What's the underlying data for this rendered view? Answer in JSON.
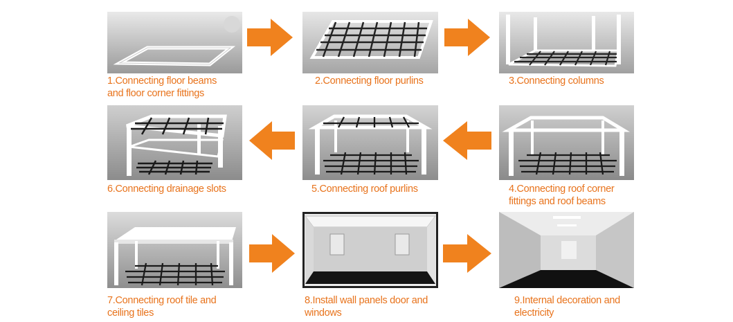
{
  "accent_color": "#f0821e",
  "caption_color": "#e8731c",
  "steps": [
    {
      "line1": "1.Connecting floor beams",
      "line2": "and floor corner fittings",
      "illustration": "floor-frame"
    },
    {
      "line1": "2.Connecting floor purlins",
      "line2": "",
      "illustration": "floor-purlins"
    },
    {
      "line1": "3.Connecting columns",
      "line2": "",
      "illustration": "columns"
    },
    {
      "line1": "4.Connecting roof corner",
      "line2": "fittings and roof beams",
      "illustration": "roof-frame"
    },
    {
      "line1": "5.Connecting roof purlins",
      "line2": "",
      "illustration": "roof-purlins"
    },
    {
      "line1": "6.Connecting drainage slots",
      "line2": "",
      "illustration": "drainage-slots"
    },
    {
      "line1": "7.Connecting roof tile and",
      "line2": "ceiling tiles",
      "illustration": "roof-tiles"
    },
    {
      "line1": "8.Install wall panels door and",
      "line2": "windows",
      "illustration": "wall-panels"
    },
    {
      "line1": "9.Internal decoration and",
      "line2": "electricity",
      "illustration": "interior"
    }
  ],
  "arrows": [
    {
      "direction": "right",
      "icon": "arrow-right-icon"
    },
    {
      "direction": "right",
      "icon": "arrow-right-icon"
    },
    {
      "direction": "left",
      "icon": "arrow-left-icon"
    },
    {
      "direction": "left",
      "icon": "arrow-left-icon"
    },
    {
      "direction": "right",
      "icon": "arrow-right-icon"
    },
    {
      "direction": "right",
      "icon": "arrow-right-icon"
    }
  ]
}
